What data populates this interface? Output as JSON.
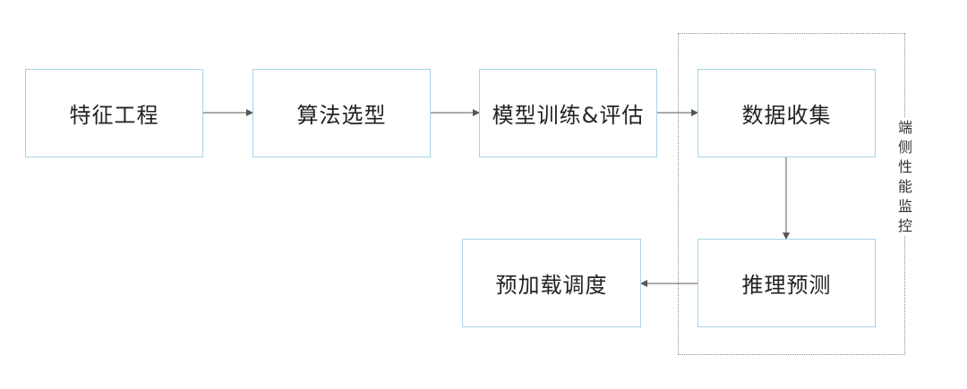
{
  "diagram": {
    "nodes": {
      "feature_engineering": "特征工程",
      "algorithm_selection": "算法选型",
      "model_training": "模型训练&评估",
      "data_collection": "数据收集",
      "inference": "推理预测",
      "preload_scheduling": "预加载调度"
    },
    "group_label": "端侧性能监控",
    "colors": {
      "box_border": "#a6d3e6",
      "arrow": "#555555",
      "group_border": "#8a8a8a"
    }
  }
}
